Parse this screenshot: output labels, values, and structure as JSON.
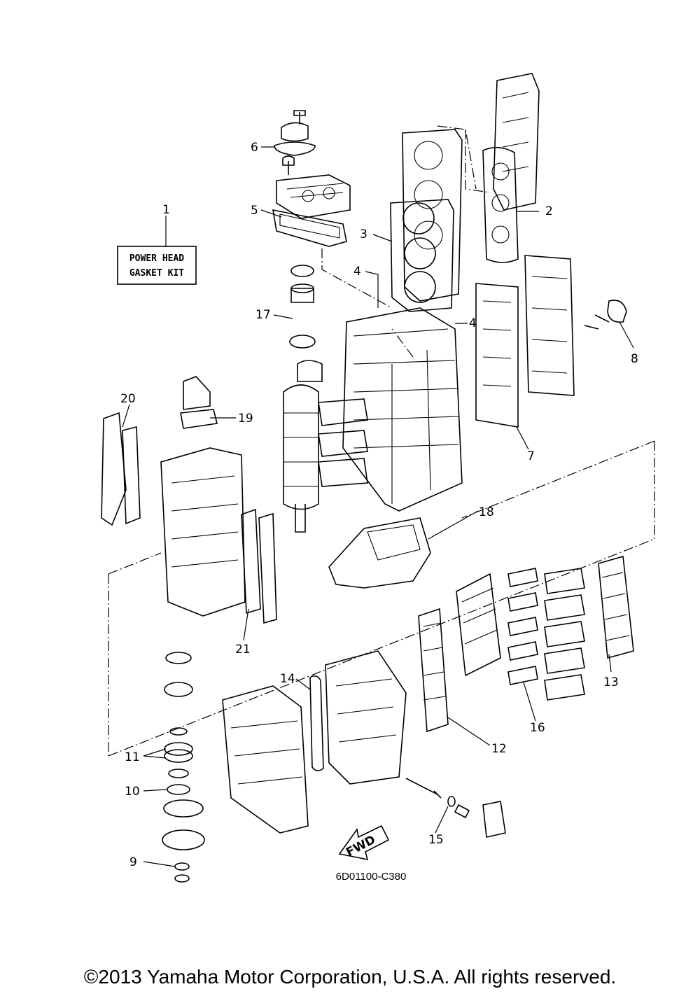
{
  "kit_label": {
    "line1": "POWER HEAD",
    "line2": "GASKET KIT"
  },
  "callouts": [
    "1",
    "2",
    "3",
    "4",
    "4",
    "5",
    "6",
    "7",
    "8",
    "9",
    "10",
    "11",
    "12",
    "13",
    "14",
    "15",
    "16",
    "17",
    "18",
    "19",
    "20",
    "21"
  ],
  "fwd_label": "FWD",
  "diagram_code": "6D01100-C380",
  "copyright": "©2013 Yamaha Motor Corporation, U.S.A. All rights reserved."
}
